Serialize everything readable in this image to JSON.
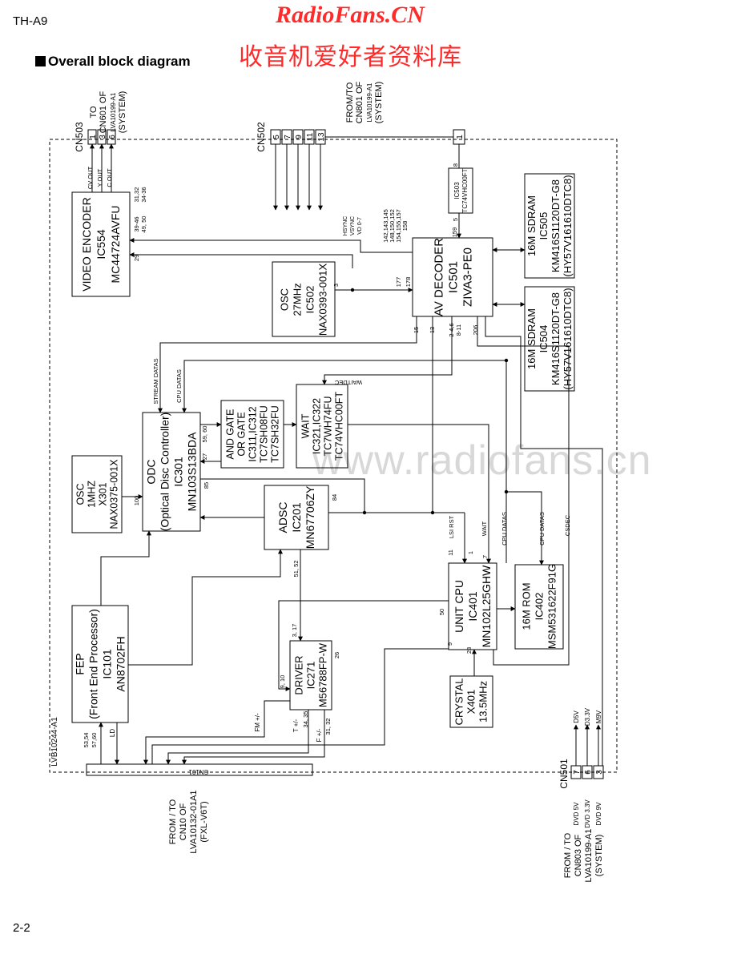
{
  "header": {
    "model": "TH-A9",
    "watermark_en": "RadioFans.CN",
    "watermark_cn": "收音机爱好者资料库",
    "section_title": "Overall block diagram",
    "page_number": "2-2",
    "center_watermark": "www.radiofans.cn"
  },
  "blocks": {
    "video_encoder": [
      "VIDEO ENCODER",
      "IC554",
      "MC44724AVFU"
    ],
    "osc_27": [
      "OSC",
      "27MHz",
      "IC502",
      "NAX0393-001X"
    ],
    "av_decoder": [
      "AV DECODER",
      "IC501",
      "ZIVA3-PE0"
    ],
    "ic503": [
      "IC503",
      "TC74VHC00FT"
    ],
    "sdram505": [
      "16M SDRAM",
      "IC505",
      "KM416S1120DT-G8",
      "(HY57V161610DTC8)"
    ],
    "sdram504": [
      "16M SDRAM",
      "IC504",
      "KM416S1120DT-G8",
      "(HY57V161610DTC8)"
    ],
    "odc": [
      "ODC",
      "(Optical Disc Controller)",
      "IC301",
      "MN103S13BDA"
    ],
    "and_gate": [
      "AND GATE",
      "OR GATE",
      "IC311,IC312",
      "TC7SH08FU",
      "TC7SH32FU"
    ],
    "wait_ic": [
      "WAIT",
      "IC321,IC322",
      "TC7WH74FU",
      "TC74VHC00FT"
    ],
    "osc_1": [
      "OSC",
      "1MHZ",
      "X301",
      "NAX0375-001X"
    ],
    "adsc": [
      "ADSC",
      "IC201",
      "MN67706ZY"
    ],
    "fep": [
      "FEP",
      "(Front End Processor)",
      "IC101",
      "AN8702FH"
    ],
    "driver": [
      "DRIVER",
      "IC271",
      "M56788FP-W"
    ],
    "unit_cpu": [
      "UNIT CPU",
      "IC401",
      "MN102L25GHW"
    ],
    "rom": [
      "16M ROM",
      "IC402",
      "MSM531622F91G"
    ],
    "crystal": [
      "CRYSTAL",
      "X401",
      "13.5MHz"
    ]
  },
  "connectors": {
    "cn503": {
      "name": "CN503",
      "pins": [
        "1",
        "3",
        "6"
      ],
      "dest": [
        "TO",
        "CN601 OF",
        "LVA10199-A1",
        "(SYSTEM)"
      ]
    },
    "cn502": {
      "name": "CN502",
      "pins": [
        "5",
        "7",
        "9",
        "11",
        "13"
      ],
      "dest": [
        "FROM/TO",
        "CN801 OF",
        "LVA10199-A1",
        "(SYSTEM)"
      ]
    },
    "cn502_pin1": "1",
    "cn501": {
      "name": "CN501",
      "pins": [
        "7",
        "6",
        "3"
      ]
    },
    "cn101": {
      "name": "CN101"
    },
    "board_id": "LVB10244-A1",
    "cn501_signals": [
      "DVD 5V",
      "DVD 3.3V",
      "DVD 9V"
    ],
    "cn501_lines": [
      "D5V",
      "D3.3V",
      "M9V"
    ],
    "bottom_left_caption": [
      "FROM / TO",
      "CN10 OF",
      "LVA10132-01A1",
      "(FXL-V6T)"
    ],
    "bottom_right_caption": [
      "FROM / TO",
      "CN803 OF",
      "LVA10199-A1",
      "(SYSTEM)"
    ]
  },
  "signals": {
    "cv_out": "CV OUT",
    "y_out": "Y OUT",
    "c_out": "C OUT",
    "hsync": "HSYNC",
    "vsync": "VSYNC",
    "vd": "VD 0-7",
    "stream_datas": "STREAM DATAS",
    "cpu_datas": "CPU DATAS",
    "waitdec": "WAITDEC",
    "lsi_rst": "LSI RST",
    "wait": "WAIT",
    "cpu_datas2": "CPU DATAS",
    "cpu_datas3": "CPU DATAS",
    "csdec": "CSDEC",
    "fm": "FM +/-",
    "tr": "T +/-",
    "fo": "F +/-",
    "ld": "LD"
  },
  "pins": {
    "ve_a": "31,32",
    "ve_b": "34-36",
    "ve_c": "39-46",
    "ve_d": "49, 50",
    "ve_e": "29",
    "osc27": "3",
    "av_a": "142,143,145",
    "av_b": "148,150,152",
    "av_c": "154,155,157",
    "av_d": "158",
    "av_e": "159",
    "av_f": "177",
    "av_g": "178",
    "av_h": "15",
    "av_i": "13",
    "av_j": "2-4,6",
    "av_k": "8-11",
    "av_l": "206",
    "ic503_a": "8",
    "ic503_b": "5",
    "odc_a": "59, 60",
    "odc_b": "27",
    "odc_c": "85",
    "odc_d": "100",
    "adsc_a": "84",
    "adsc_b": "51, 52",
    "cpu_a": "11",
    "cpu_b": "1",
    "cpu_c": "7",
    "cpu_d": "50",
    "cpu_e": "9",
    "cpu_f": "23",
    "drv_a": "3, 17",
    "drv_b": "9, 10",
    "drv_c": "26",
    "drv_d": "34, 35",
    "drv_e": "31, 32",
    "fep_a": "53,54",
    "fep_b": "57,60"
  }
}
